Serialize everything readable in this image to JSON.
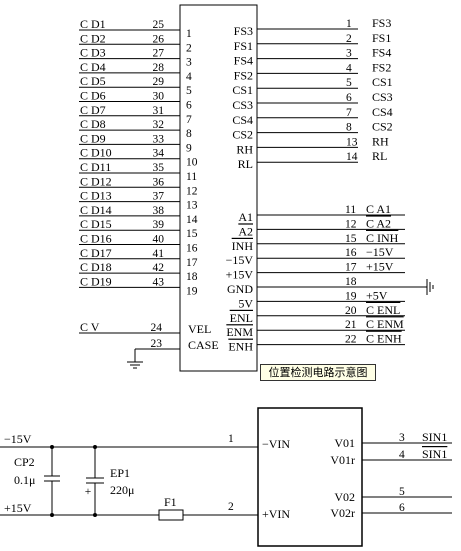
{
  "chip1": {
    "left_pins": [
      {
        "signal": "C D1",
        "pin": "25",
        "index": "1"
      },
      {
        "signal": "C D2",
        "pin": "26",
        "index": "2"
      },
      {
        "signal": "C D3",
        "pin": "27",
        "index": "3"
      },
      {
        "signal": "C D4",
        "pin": "28",
        "index": "4"
      },
      {
        "signal": "C D5",
        "pin": "29",
        "index": "5"
      },
      {
        "signal": "C D6",
        "pin": "30",
        "index": "6"
      },
      {
        "signal": "C D7",
        "pin": "31",
        "index": "7"
      },
      {
        "signal": "C D8",
        "pin": "32",
        "index": "8"
      },
      {
        "signal": "C D9",
        "pin": "33",
        "index": "9"
      },
      {
        "signal": "C D10",
        "pin": "34",
        "index": "10"
      },
      {
        "signal": "C D11",
        "pin": "35",
        "index": "11"
      },
      {
        "signal": "C D12",
        "pin": "36",
        "index": "12"
      },
      {
        "signal": "C D13",
        "pin": "37",
        "index": "13"
      },
      {
        "signal": "C D14",
        "pin": "38",
        "index": "14"
      },
      {
        "signal": "C D15",
        "pin": "39",
        "index": "15"
      },
      {
        "signal": "C D16",
        "pin": "40",
        "index": "16"
      },
      {
        "signal": "C D17",
        "pin": "41",
        "index": "17"
      },
      {
        "signal": "C D18",
        "pin": "42",
        "index": "18"
      },
      {
        "signal": "C D19",
        "pin": "43",
        "index": "19"
      }
    ],
    "vel": {
      "signal": "C V",
      "pin": "24",
      "label": "VEL"
    },
    "case": {
      "pin": "23",
      "label": "CASE"
    },
    "right_top": [
      {
        "label": "FS3",
        "pin": "1",
        "signal": "FS3"
      },
      {
        "label": "FS1",
        "pin": "2",
        "signal": "FS1"
      },
      {
        "label": "FS4",
        "pin": "3",
        "signal": "FS4"
      },
      {
        "label": "FS2",
        "pin": "4",
        "signal": "FS2"
      },
      {
        "label": "CS1",
        "pin": "5",
        "signal": "CS1"
      },
      {
        "label": "CS3",
        "pin": "6",
        "signal": "CS3"
      },
      {
        "label": "CS4",
        "pin": "7",
        "signal": "CS4"
      },
      {
        "label": "CS2",
        "pin": "8",
        "signal": "CS2"
      },
      {
        "label": "RH",
        "pin": "13",
        "signal": "RH"
      },
      {
        "label": "RL",
        "pin": "14",
        "signal": "RL"
      }
    ],
    "right_bottom": [
      {
        "label": "A1",
        "pin": "11",
        "signal": "C  A1",
        "over": false
      },
      {
        "label": "A2",
        "pin": "12",
        "signal": "C  A2",
        "over": true
      },
      {
        "label": "INH",
        "pin": "15",
        "signal": "C  INH",
        "over": true
      },
      {
        "label": "−15V",
        "pin": "16",
        "signal": "−15V",
        "over": false
      },
      {
        "label": "+15V",
        "pin": "17",
        "signal": "+15V",
        "over": false
      },
      {
        "label": "GND",
        "pin": "18",
        "signal": "",
        "over": false
      },
      {
        "label": "5V",
        "pin": "19",
        "signal": "+5V",
        "over": false
      },
      {
        "label": "ENL",
        "pin": "20",
        "signal": "C  ENL",
        "over": true
      },
      {
        "label": "ENM",
        "pin": "21",
        "signal": "C  ENM",
        "over": true
      },
      {
        "label": "ENH",
        "pin": "22",
        "signal": "C  ENH",
        "over": true
      }
    ],
    "caption": "位置检测电路示意图"
  },
  "chip2": {
    "neg_rail": "−15V",
    "pos_rail": "+15V",
    "cp2": {
      "name": "CP2",
      "value": "0.1μ"
    },
    "ep1": {
      "name": "EP1",
      "value": "220μ",
      "polarity": "+"
    },
    "f1": "F1",
    "pin_vin_neg": {
      "pin": "1",
      "label": "−VIN"
    },
    "pin_vin_pos": {
      "pin": "2",
      "label": "+VIN"
    },
    "outputs": [
      {
        "label": "V01",
        "pin": "3",
        "signal": "SIN1",
        "over": false
      },
      {
        "label": "V01r",
        "pin": "4",
        "signal": "SIN1",
        "over": true
      },
      {
        "label": "V02",
        "pin": "5",
        "signal": "",
        "over": false
      },
      {
        "label": "V02r",
        "pin": "6",
        "signal": "",
        "over": false
      }
    ]
  }
}
